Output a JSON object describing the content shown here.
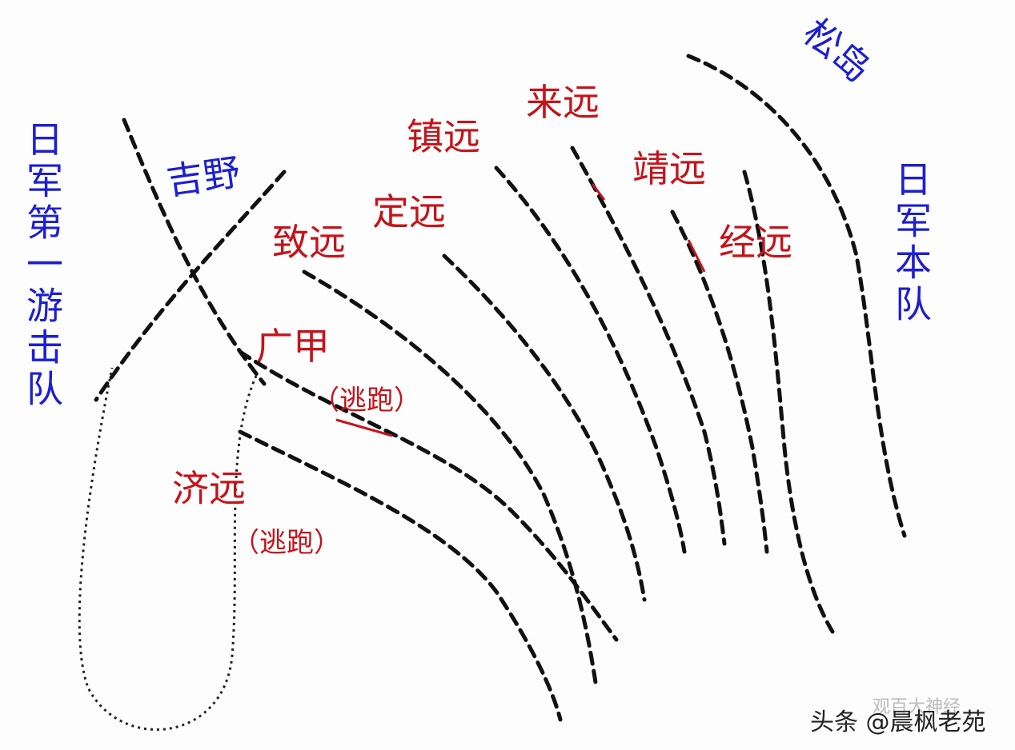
{
  "diagram": {
    "description": "Battle of the Yalu River fleet track diagram",
    "groups": {
      "japan_flying_squadron": {
        "label": "日军第一游击队",
        "color": "#1d1fd0"
      },
      "japan_main_fleet": {
        "label": "日军本队",
        "color": "#1d1fd0"
      }
    },
    "ships": [
      {
        "id": "yoshino",
        "label": "吉野",
        "side": "japan",
        "color": "#1d1fd0"
      },
      {
        "id": "matsushima",
        "label": "松岛",
        "side": "japan",
        "color": "#1d1fd0"
      },
      {
        "id": "zhiyuan",
        "label": "致远",
        "side": "china",
        "color": "#c4141b"
      },
      {
        "id": "dingyuan",
        "label": "定远",
        "side": "china",
        "color": "#c4141b"
      },
      {
        "id": "zhenyuan",
        "label": "镇远",
        "side": "china",
        "color": "#c4141b"
      },
      {
        "id": "laiyuan",
        "label": "来远",
        "side": "china",
        "color": "#c4141b"
      },
      {
        "id": "jingyuan_a",
        "label": "靖远",
        "side": "china",
        "color": "#c4141b"
      },
      {
        "id": "jingyuan_b",
        "label": "经远",
        "side": "china",
        "color": "#c4141b"
      },
      {
        "id": "guangjia",
        "label": "广甲",
        "note": "（逃跑）",
        "side": "china",
        "color": "#c4141b"
      },
      {
        "id": "jiyuan",
        "label": "济远",
        "note": "（逃跑）",
        "side": "china",
        "color": "#c4141b"
      }
    ]
  },
  "watermark": {
    "text": "头条 @晨枫老苑",
    "faint_text": "观百大神经"
  }
}
